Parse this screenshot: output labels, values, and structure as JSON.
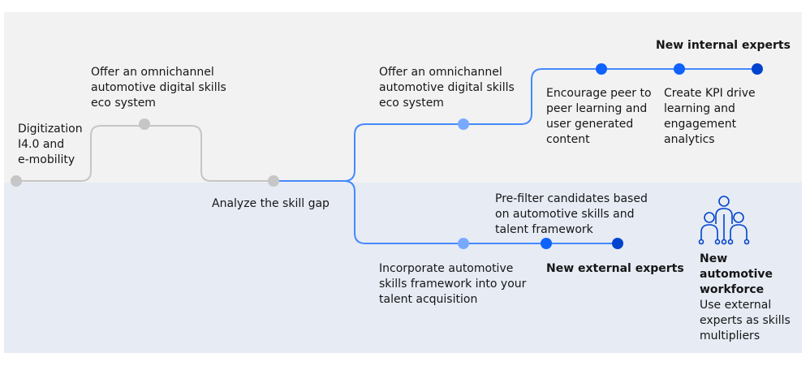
{
  "diagram": {
    "start": {
      "label": "Digitization\nI4.0 and\ne-mobility"
    },
    "offer_top_left": {
      "label": "Offer an omnichannel\nautomotive digital skills\neco system"
    },
    "analyze": {
      "label": "Analyze the skill gap"
    },
    "offer_top_right": {
      "label": "Offer an omnichannel\nautomotive digital skills\neco system"
    },
    "encourage": {
      "label": "Encourage peer to\npeer learning and\nuser generated\ncontent"
    },
    "kpi": {
      "label": "Create KPI drive\nlearning and\nengagement\nanalytics"
    },
    "internal": {
      "label": "New internal experts"
    },
    "prefilter": {
      "label": "Pre-filter candidates based\non automotive skills and\ntalent framework"
    },
    "incorporate": {
      "label": "Incorporate automotive\nskills framework into your\ntalent acquisition"
    },
    "external": {
      "label": "New external experts"
    },
    "workforce": {
      "title": "New\nautomotive\nworkforce",
      "description": "Use external\nexperts as skills\nmultipliers"
    }
  },
  "colors": {
    "grey_line": "#c6c6c6",
    "grey_node": "#c6c6c6",
    "blue_line": "#4589ff",
    "light_blue_node": "#78a9ff",
    "blue_node": "#0f62fe",
    "dark_blue_node": "#0043ce",
    "top_band": "#f2f2f2",
    "bottom_band": "#e6ebf4"
  },
  "icons": {
    "workforce": "people-network-icon"
  }
}
